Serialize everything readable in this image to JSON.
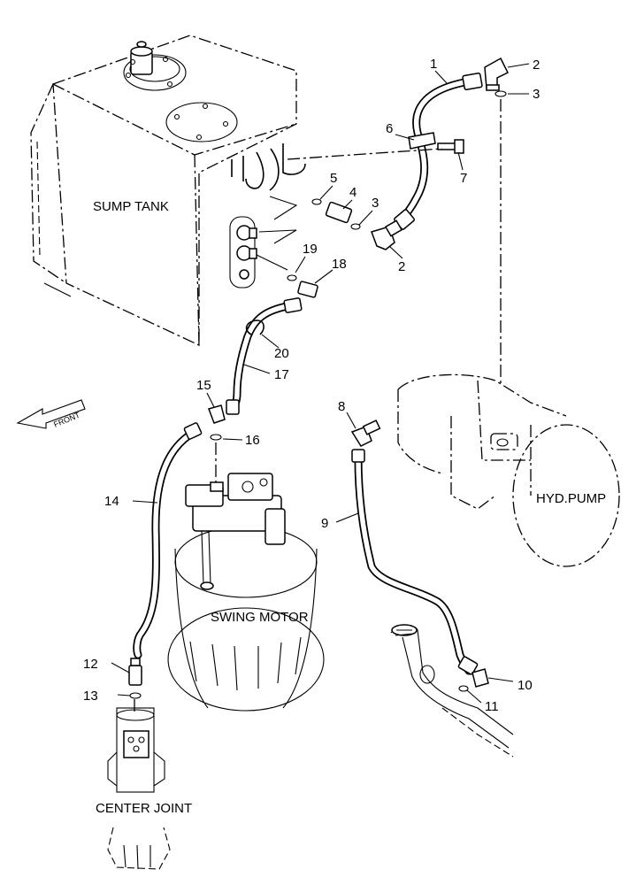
{
  "labels": {
    "sump_tank": "SUMP TANK",
    "hyd_pump": "HYD.PUMP",
    "swing_motor": "SWING MOTOR",
    "center_joint": "CENTER JOINT",
    "front": "FRONT"
  },
  "callouts": [
    {
      "id": "c1",
      "text": "1"
    },
    {
      "id": "c2a",
      "text": "2"
    },
    {
      "id": "c3a",
      "text": "3"
    },
    {
      "id": "c6",
      "text": "6"
    },
    {
      "id": "c7",
      "text": "7"
    },
    {
      "id": "c5",
      "text": "5"
    },
    {
      "id": "c4",
      "text": "4"
    },
    {
      "id": "c3b",
      "text": "3"
    },
    {
      "id": "c2b",
      "text": "2"
    },
    {
      "id": "c19",
      "text": "19"
    },
    {
      "id": "c18",
      "text": "18"
    },
    {
      "id": "c20",
      "text": "20"
    },
    {
      "id": "c17",
      "text": "17"
    },
    {
      "id": "c15",
      "text": "15"
    },
    {
      "id": "c16",
      "text": "16"
    },
    {
      "id": "c8",
      "text": "8"
    },
    {
      "id": "c14",
      "text": "14"
    },
    {
      "id": "c9",
      "text": "9"
    },
    {
      "id": "c12",
      "text": "12"
    },
    {
      "id": "c13",
      "text": "13"
    },
    {
      "id": "c10",
      "text": "10"
    },
    {
      "id": "c11",
      "text": "11"
    }
  ]
}
